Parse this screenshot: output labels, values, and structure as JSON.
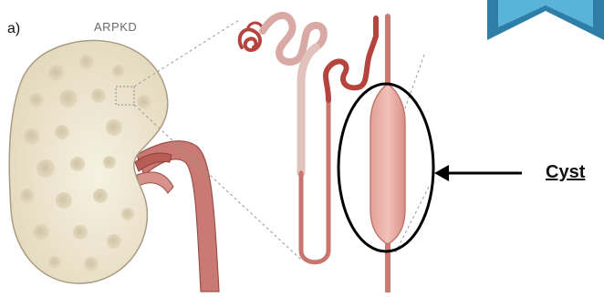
{
  "figure": {
    "panel_label": "a)",
    "title": "ARPKD",
    "callout_label": "Cyst"
  },
  "colors": {
    "kidney_fill": "#eae1c8",
    "kidney_stroke": "#a89c84",
    "tubule_dark": "#b5443f",
    "tubule_light": "#d9aaa5",
    "cyst_fill": "#e7a9a1",
    "corner_logo_outer": "#2f7ea8",
    "corner_logo_inner": "#5ab3d8"
  }
}
